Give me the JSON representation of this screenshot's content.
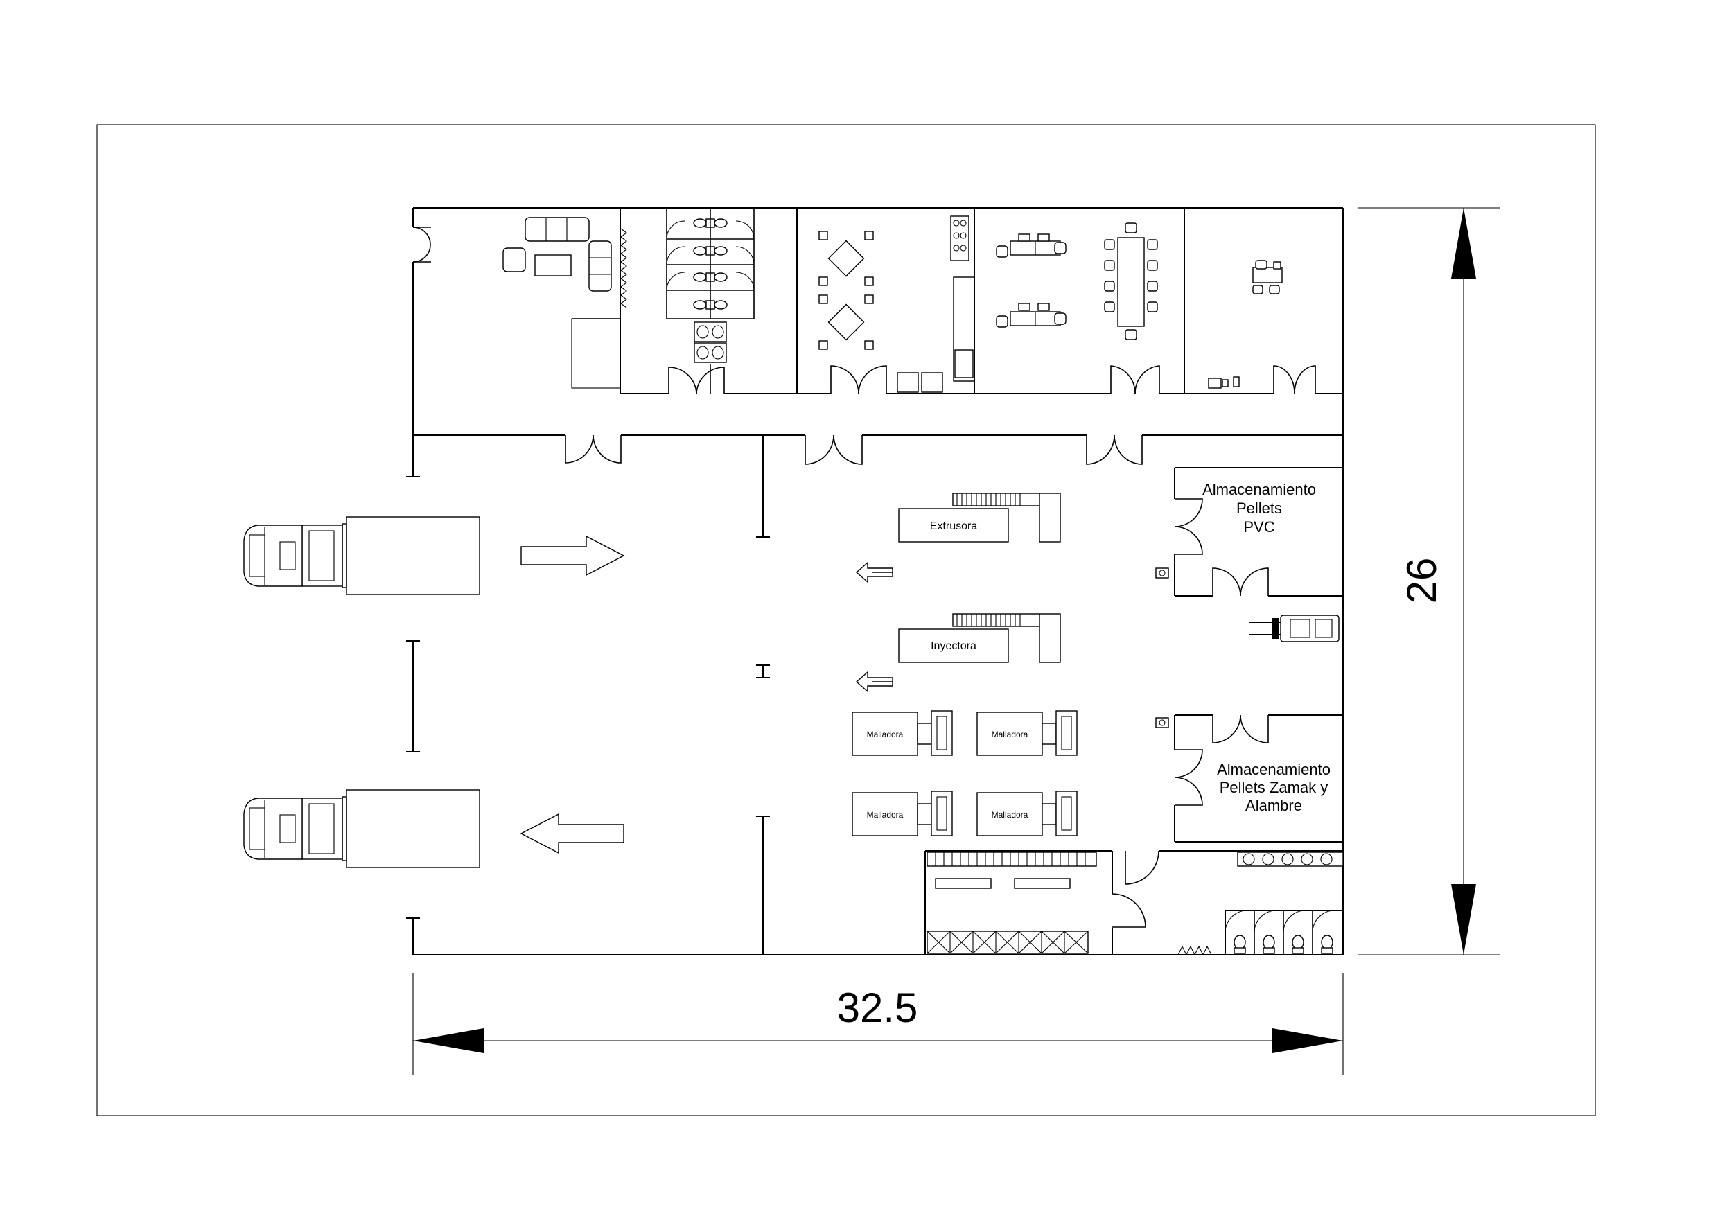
{
  "dimensions": {
    "width_label": "32.5",
    "height_label": "26"
  },
  "rooms": {
    "storage_pvc": {
      "lines": [
        "Almacenamiento",
        "Pellets",
        "PVC"
      ]
    },
    "storage_zamak": {
      "lines": [
        "Almacenamiento",
        "Pellets Zamak y",
        "Alambre"
      ]
    }
  },
  "machines": {
    "extruder": "Extrusora",
    "injector": "Inyectora",
    "mesh_1": "Malladora",
    "mesh_2": "Malladora",
    "mesh_3": "Malladora",
    "mesh_4": "Malladora"
  },
  "icons": [
    "truck-icon",
    "forklift-icon",
    "arrow-icon",
    "door-icon",
    "toilet-icon",
    "sink-icon",
    "table-icon",
    "chair-icon",
    "sofa-icon",
    "stove-icon"
  ],
  "colors": {
    "line": "#000000",
    "background": "#ffffff"
  }
}
